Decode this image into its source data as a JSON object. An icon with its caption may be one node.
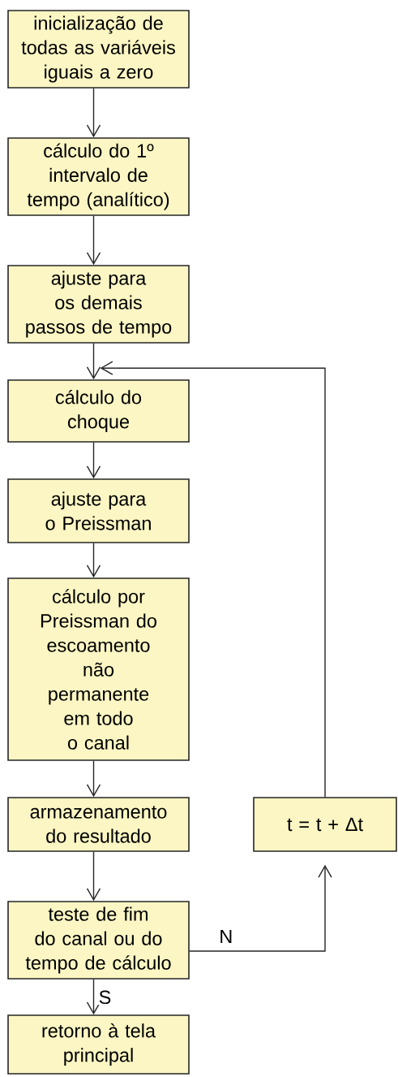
{
  "diagram": {
    "nodes": [
      {
        "text": [
          "inicialização de todas as variáveis iguais a zero"
        ]
      },
      {
        "text": [
          "cálculo do 1º intervalo de tempo (analítico)"
        ]
      },
      {
        "text": [
          "ajuste para os demais passos de tempo"
        ]
      },
      {
        "text": [
          "cálculo do choque"
        ]
      },
      {
        "text": [
          "ajuste para o Preissman"
        ]
      },
      {
        "text": [
          "cálculo por Preissman do escoamento não permanente em todo o canal"
        ]
      },
      {
        "text": [
          "armazenamento do resultado"
        ]
      },
      {
        "text": [
          "teste de fim do canal ou do tempo de cálculo"
        ]
      },
      {
        "text": [
          "retorno à tela principal"
        ]
      },
      {
        "text": [
          "t = t + Δt"
        ]
      }
    ],
    "edges": [
      {
        "from": 0,
        "to": 1,
        "arrow": "to"
      },
      {
        "from": 1,
        "to": 2,
        "arrow": "to"
      },
      {
        "from": 2,
        "to": 3,
        "arrow": "to"
      },
      {
        "from": 3,
        "to": 4,
        "arrow": "to"
      },
      {
        "from": 4,
        "to": 5,
        "arrow": "to"
      },
      {
        "from": 5,
        "to": 6,
        "arrow": "to"
      },
      {
        "from": 6,
        "to": 7,
        "arrow": "to"
      },
      {
        "from": 7,
        "to": 8,
        "arrow": "to",
        "label": "S"
      },
      {
        "from": 7,
        "to": 9,
        "arrow": "to",
        "label": "N"
      },
      {
        "from": 9,
        "to": 3,
        "arrow": "to"
      }
    ]
  }
}
